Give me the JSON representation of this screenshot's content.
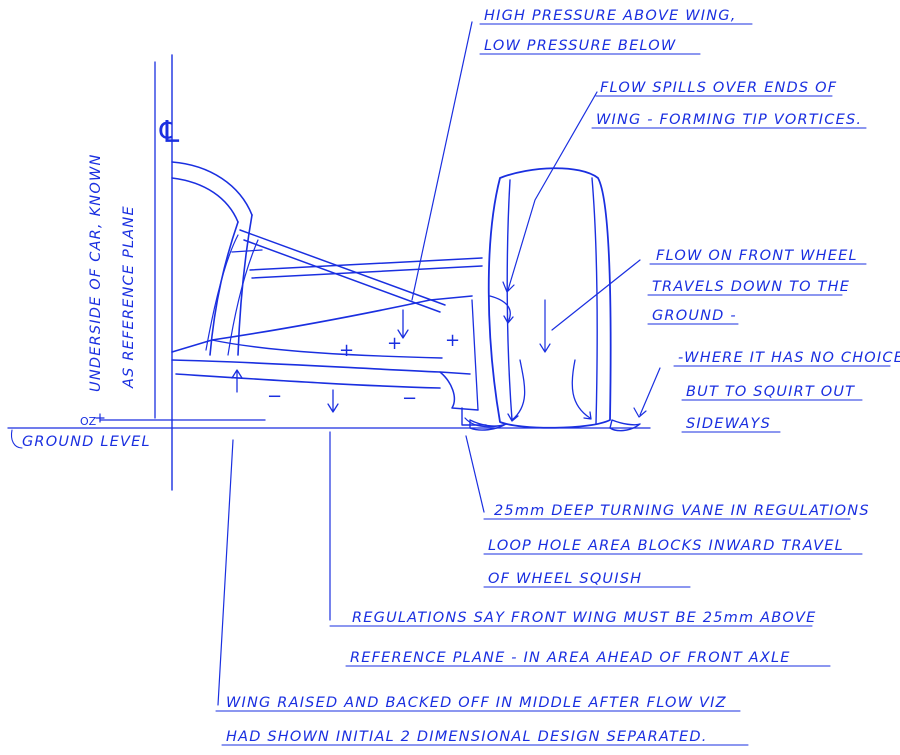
{
  "diagram": {
    "ink_color": "#1a2fe0",
    "labels": {
      "pressure_line1": "HIGH PRESSURE ABOVE WING,",
      "pressure_line2": "LOW PRESSURE BELOW",
      "spill_line1": "FLOW SPILLS OVER ENDS OF",
      "spill_line2": "WING - FORMING TIP VORTICES.",
      "wheel_flow_line1": "FLOW ON FRONT WHEEL",
      "wheel_flow_line2": "TRAVELS DOWN TO THE",
      "wheel_flow_line3": "GROUND -",
      "squirt_line1": "-WHERE IT HAS NO CHOICE",
      "squirt_line2": "BUT TO SQUIRT OUT",
      "squirt_line3": "SIDEWAYS",
      "vane_line1": "25mm DEEP TURNING VANE IN REGULATIONS",
      "vane_line2": "LOOP HOLE AREA BLOCKS INWARD TRAVEL",
      "vane_line3": "OF WHEEL SQUISH",
      "regs_line1": "REGULATIONS SAY FRONT WING MUST BE 25mm ABOVE",
      "regs_line2": "REFERENCE PLANE - IN AREA AHEAD OF FRONT AXLE",
      "raised_line1": "WING RAISED AND BACKED OFF IN MIDDLE AFTER FLOW VIZ",
      "raised_line2": "HAD SHOWN INITIAL 2 DIMENSIONAL DESIGN SEPARATED.",
      "underside_line1": "UNDERSIDE OF CAR, KNOWN",
      "underside_line2": "AS REFERENCE PLANE",
      "ground_level": "GROUND LEVEL",
      "centerline_symbol": "℄",
      "oz_mark": "OZ",
      "plus_sign": "+",
      "minus_sign": "−"
    }
  }
}
